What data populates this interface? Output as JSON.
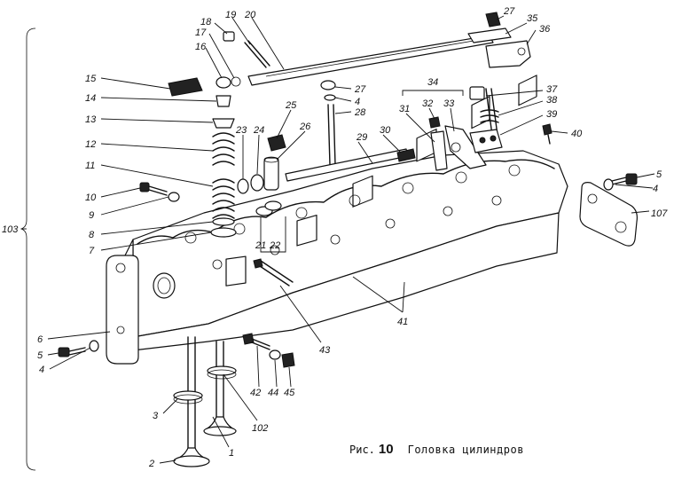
{
  "caption": {
    "prefix": "Рис.",
    "number": "10",
    "title": "Головка цилиндров"
  },
  "callouts": [
    "1",
    "2",
    "3",
    "4",
    "4",
    "4",
    "5",
    "5",
    "6",
    "7",
    "8",
    "9",
    "10",
    "11",
    "12",
    "13",
    "14",
    "15",
    "16",
    "17",
    "18",
    "19",
    "20",
    "21",
    "22",
    "23",
    "24",
    "25",
    "26",
    "27",
    "27",
    "28",
    "29",
    "30",
    "31",
    "32",
    "33",
    "34",
    "35",
    "36",
    "37",
    "38",
    "39",
    "40",
    "41",
    "42",
    "43",
    "44",
    "45",
    "102",
    "103",
    "107"
  ]
}
